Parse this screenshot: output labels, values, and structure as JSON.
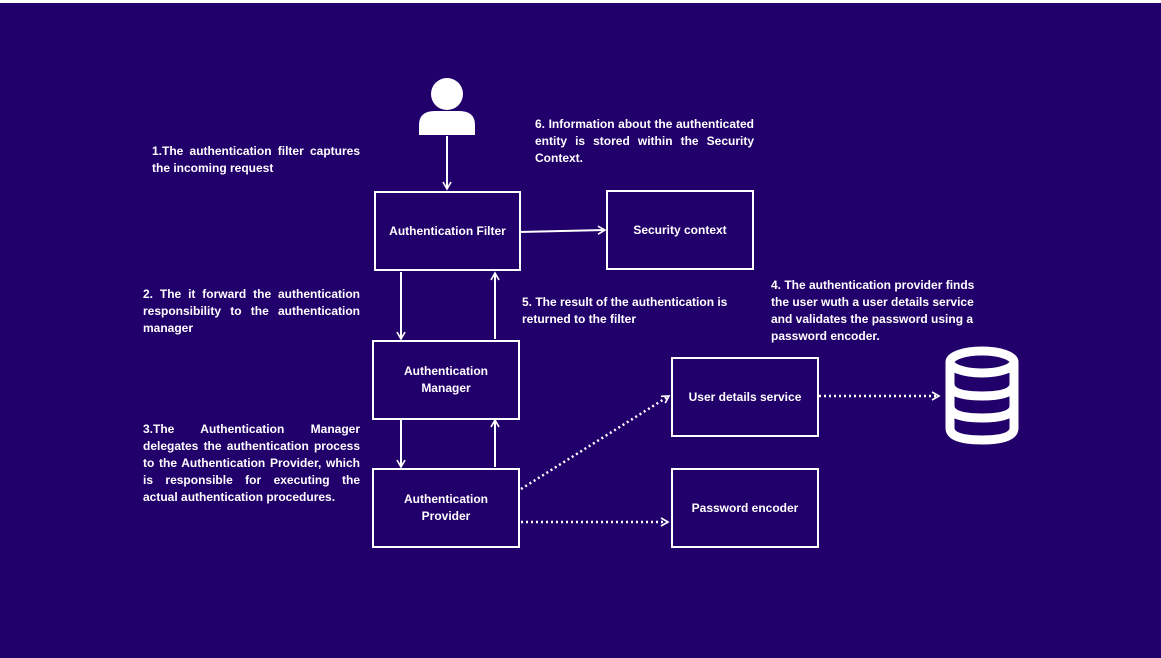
{
  "diagram": {
    "background": "#21006b",
    "foreground": "#ffffff",
    "nodes": {
      "authentication_filter": "Authentication Filter",
      "security_context": "Security context",
      "authentication_manager": "Authentication Manager",
      "authentication_provider": "Authentication Provider",
      "user_details_service": "User details service",
      "password_encoder": "Password encoder"
    },
    "notes": {
      "step1": "1.The authentication filter captures the incoming request",
      "step2": "2. The it forward the authentication responsibility to the authentication manager",
      "step3": "3.The Authentication Manager delegates the authentication process to the Authentication Provider, which is responsible for executing the actual authentication procedures.",
      "step4": "4. The authentication provider finds the user wuth a user details service and validates the password using a password encoder.",
      "step5": "5. The result of the authentication is returned to the filter",
      "step6": "6. Information about the authenticated entity is stored within the Security Context."
    },
    "icons": {
      "user": "user-icon",
      "database": "database-icon"
    }
  }
}
